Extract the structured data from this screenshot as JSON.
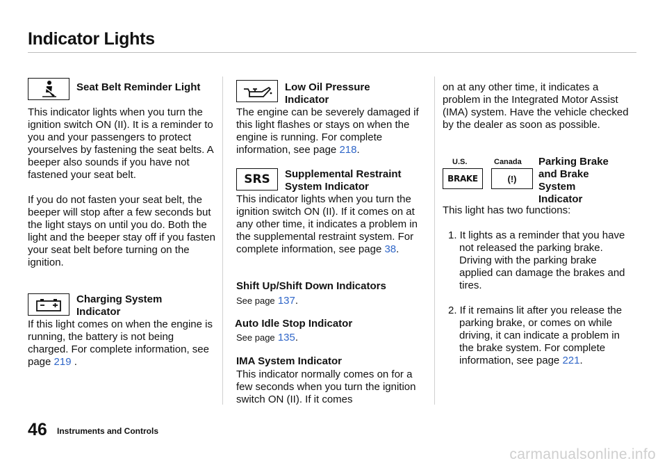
{
  "page": {
    "title": "Indicator Lights",
    "page_number": "46",
    "section": "Instruments and Controls",
    "watermark": "carmanualsonline.info"
  },
  "col1": {
    "seat_belt_heading": "Seat Belt Reminder Light",
    "seat_belt_p1": "This indicator lights when you turn the ignition switch ON (II). It is a reminder to you and your passengers to protect yourselves by fastening the seat belts. A beeper also sounds if you have not fastened your seat belt.",
    "seat_belt_p2": "If you do not fasten your seat belt, the beeper will stop after a few seconds but the light stays on until you do. Both the light and the beeper stay off if you fasten your seat belt before turning on the ignition.",
    "charging_heading_1": "Charging System",
    "charging_heading_2": "Indicator",
    "charging_text": "If this light comes on when the engine is running, the battery is not being charged. For complete information, see page",
    "charging_page": "219",
    "charging_end": "."
  },
  "col2": {
    "oil_heading_1": "Low Oil Pressure",
    "oil_heading_2": "Indicator",
    "oil_text": "The engine can be severely damaged if this light flashes or stays on when the engine is running. For complete information, see page",
    "oil_page": "218",
    "srs_icon_text": "SRS",
    "srs_heading_1": "Supplemental Restraint",
    "srs_heading_2": "System Indicator",
    "srs_text": "This indicator lights when you turn the ignition switch ON (II). If it comes on at any other time, it indicates a problem in the supplemental restraint system. For complete information, see page",
    "srs_page": "38",
    "shift_heading": "Shift Up/Shift Down Indicators",
    "shift_see": "See page",
    "shift_page": "137",
    "auto_idle_heading": "Auto Idle Stop Indicator",
    "auto_idle_see": "See page",
    "auto_idle_page": "135",
    "ima_heading": "IMA System Indicator",
    "ima_text": "This indicator normally comes on for a few seconds when you turn the ignition switch ON (II). If it comes"
  },
  "col3": {
    "ima_cont": "on at any other time, it indicates a problem in the Integrated Motor Assist (IMA) system. Have the vehicle checked by the dealer as soon as possible.",
    "us_label": "U.S.",
    "canada_label": "Canada",
    "brake_icon_text": "BRAKE",
    "brake_canada_icon_text": "(!)",
    "parking_heading_1": "Parking Brake",
    "parking_heading_2": "and Brake",
    "parking_heading_3": "System",
    "parking_heading_4": "Indicator",
    "functions_intro": "This light has two functions:",
    "item1": "1. It lights as a reminder that you have not released the parking brake. Driving with the parking brake applied can damage the brakes and tires.",
    "item2": "2. If it remains lit after you release the parking brake, or comes on while driving, it can indicate a problem in the brake system. For complete information, see page",
    "item2_page": "221"
  },
  "icons": {
    "seat_belt": "seat-belt-icon",
    "charging": "battery-icon",
    "oil": "oil-can-icon",
    "srs": "srs-icon",
    "brake_us": "brake-icon",
    "brake_canada": "brake-warning-icon"
  },
  "colors": {
    "link": "#2f66c8",
    "rule": "#bdbdbd",
    "watermark": "#cfcfcf"
  }
}
